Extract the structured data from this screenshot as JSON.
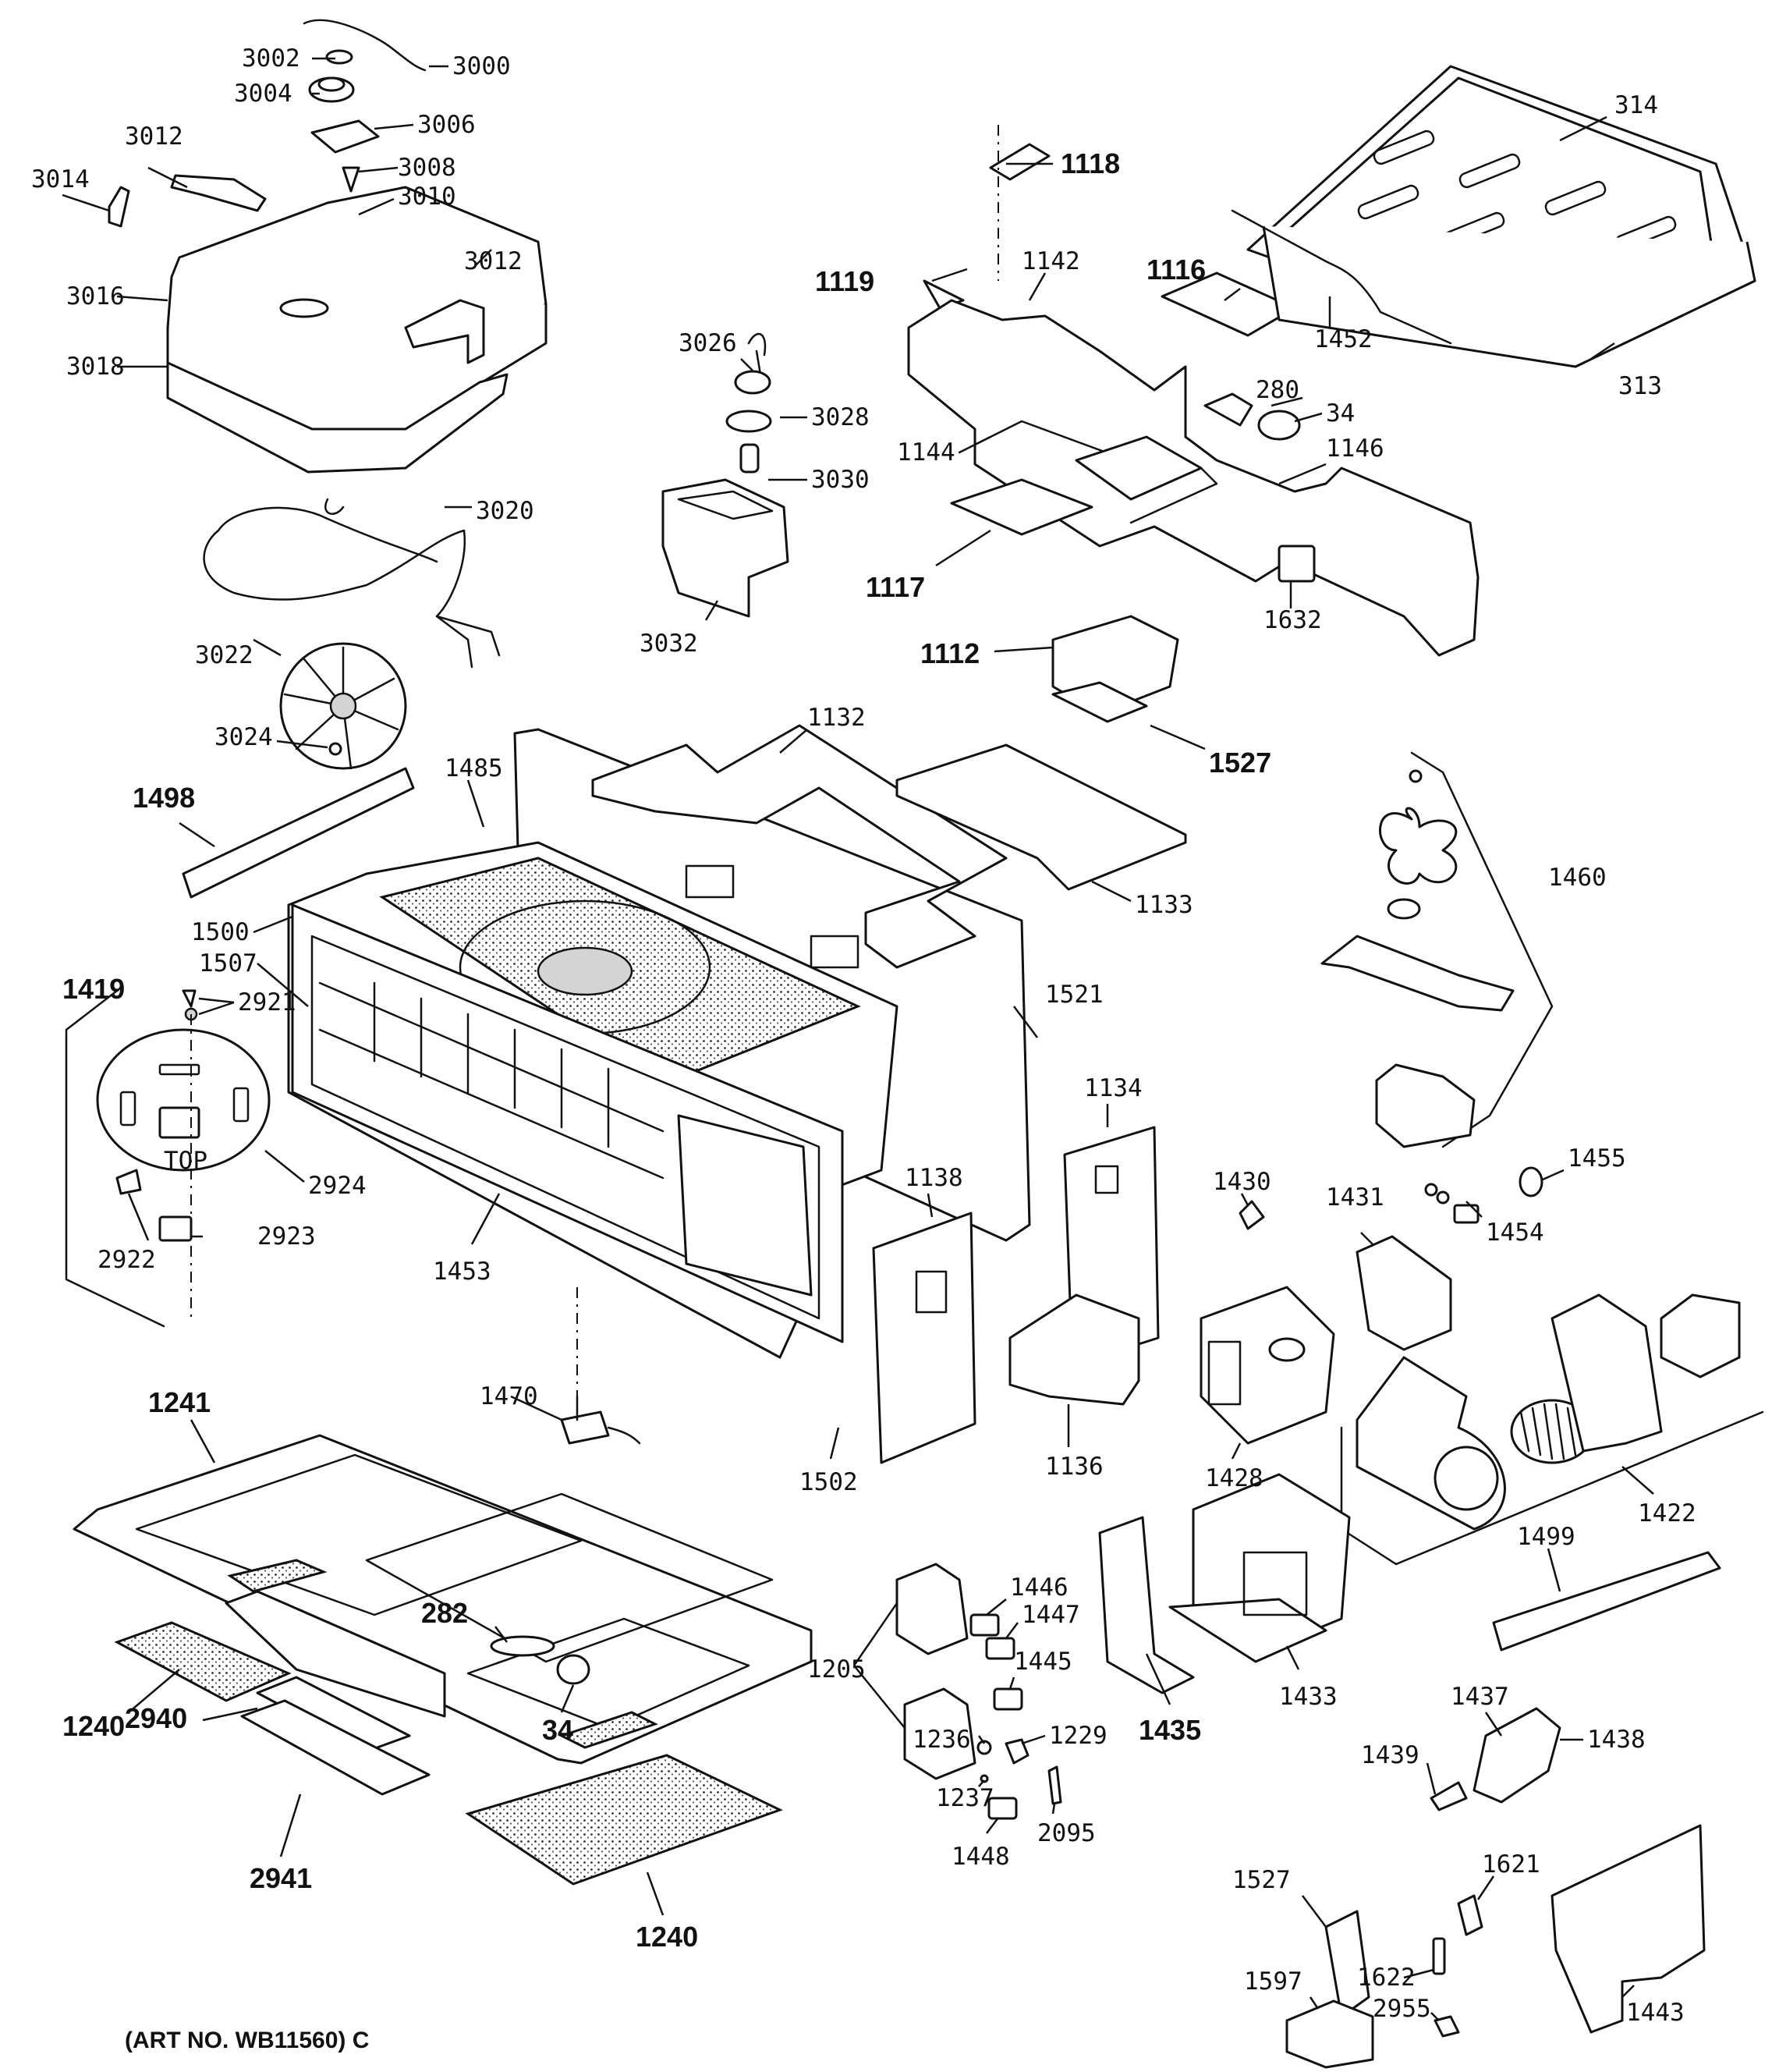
{
  "art_number": "(ART NO. WB11560) C",
  "labels": {
    "p3000": "3000",
    "p3002": "3002",
    "p3004": "3004",
    "p3006": "3006",
    "p3008": "3008",
    "p3010": "3010",
    "p3012a": "3012",
    "p3012b": "3012",
    "p3014": "3014",
    "p3016": "3016",
    "p3018": "3018",
    "p3020": "3020",
    "p3022": "3022",
    "p3024": "3024",
    "p3026": "3026",
    "p3028": "3028",
    "p3030": "3030",
    "p3032": "3032",
    "p1118": "1118",
    "p1119": "1119",
    "p1142": "1142",
    "p1116": "1116",
    "p280": "280",
    "p34a": "34",
    "p1144": "1144",
    "p1146": "1146",
    "p1117": "1117",
    "p1632": "1632",
    "p1112": "1112",
    "p1527a": "1527",
    "p314": "314",
    "p313": "313",
    "p1452": "1452",
    "p1498": "1498",
    "p1485": "1485",
    "p1132": "1132",
    "p1133": "1133",
    "p1500": "1500",
    "p1507": "1507",
    "p1419": "1419",
    "p2921": "2921",
    "p2924": "2924",
    "p2922": "2922",
    "p2923": "2923",
    "p1453": "1453",
    "p1521": "1521",
    "p1134": "1134",
    "p1138": "1138",
    "p1460": "1460",
    "p1455": "1455",
    "p1454": "1454",
    "p1430": "1430",
    "p1431": "1431",
    "p1470": "1470",
    "p1502": "1502",
    "p1136": "1136",
    "p1428": "1428",
    "p1422": "1422",
    "p1241": "1241",
    "p282": "282",
    "p34b": "34",
    "p1240a": "1240",
    "p2940": "2940",
    "p2941": "2941",
    "p1240b": "1240",
    "p1205": "1205",
    "p1446": "1446",
    "p1447": "1447",
    "p1445": "1445",
    "p1236": "1236",
    "p1229": "1229",
    "p1237": "1237",
    "p2095": "2095",
    "p1448": "1448",
    "p1435": "1435",
    "p1433": "1433",
    "p1499": "1499",
    "p1437": "1437",
    "p1438": "1438",
    "p1439": "1439",
    "p1527b": "1527",
    "p1621": "1621",
    "p1622": "1622",
    "p2955": "2955",
    "p1597": "1597",
    "p1443": "1443"
  },
  "stamped_text": {
    "top": "TOP"
  }
}
